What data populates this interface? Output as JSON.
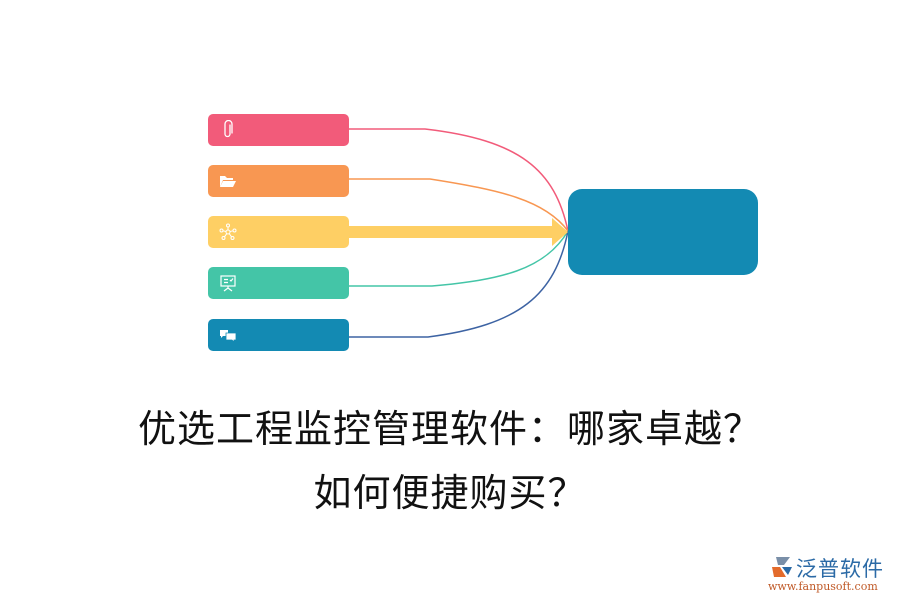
{
  "diagram": {
    "nodes": [
      {
        "id": "n1",
        "icon": "paperclip-icon",
        "color": "#f25b7a",
        "label": ""
      },
      {
        "id": "n2",
        "icon": "folder-open-icon",
        "color": "#f89752",
        "label": ""
      },
      {
        "id": "n3",
        "icon": "network-icon",
        "color": "#fecf64",
        "label": ""
      },
      {
        "id": "n4",
        "icon": "presentation-board-icon",
        "color": "#44c5a7",
        "label": ""
      },
      {
        "id": "n5",
        "icon": "chat-bubbles-icon",
        "color": "#138ab3",
        "label": ""
      }
    ],
    "center_node": {
      "color": "#138ab3",
      "label": ""
    },
    "connector_colors": [
      "#f25b7a",
      "#f89752",
      "#fecf64",
      "#44c5a7",
      "#3d63a3"
    ]
  },
  "title": {
    "line1": "优选工程监控管理软件：哪家卓越？",
    "line2": "如何便捷购买？"
  },
  "watermark": {
    "brand": "泛普软件",
    "url": "www.fanpusoft.com"
  }
}
